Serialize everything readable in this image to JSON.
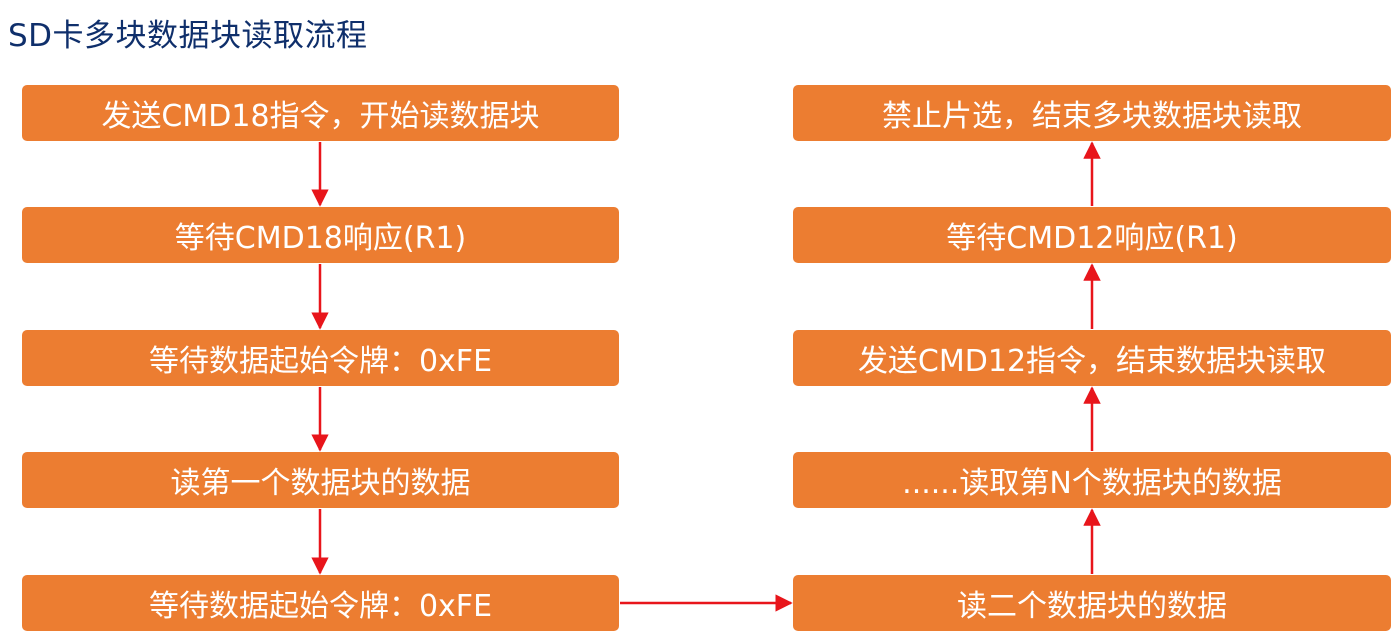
{
  "title": "SD卡多块数据块读取流程",
  "colors": {
    "box_fill": "#ec7d31",
    "box_text": "#ffffff",
    "arrow": "#e8151b",
    "title": "#0f2f6b"
  },
  "left_steps": [
    "发送CMD18指令，开始读数据块",
    "等待CMD18响应(R1)",
    "等待数据起始令牌：0xFE",
    "读第一个数据块的数据",
    "等待数据起始令牌：0xFE"
  ],
  "right_steps": [
    "禁止片选，结束多块数据块读取",
    "等待CMD12响应(R1)",
    "发送CMD12指令，结束数据块读取",
    "......读取第N个数据块的数据",
    "读二个数据块的数据"
  ]
}
